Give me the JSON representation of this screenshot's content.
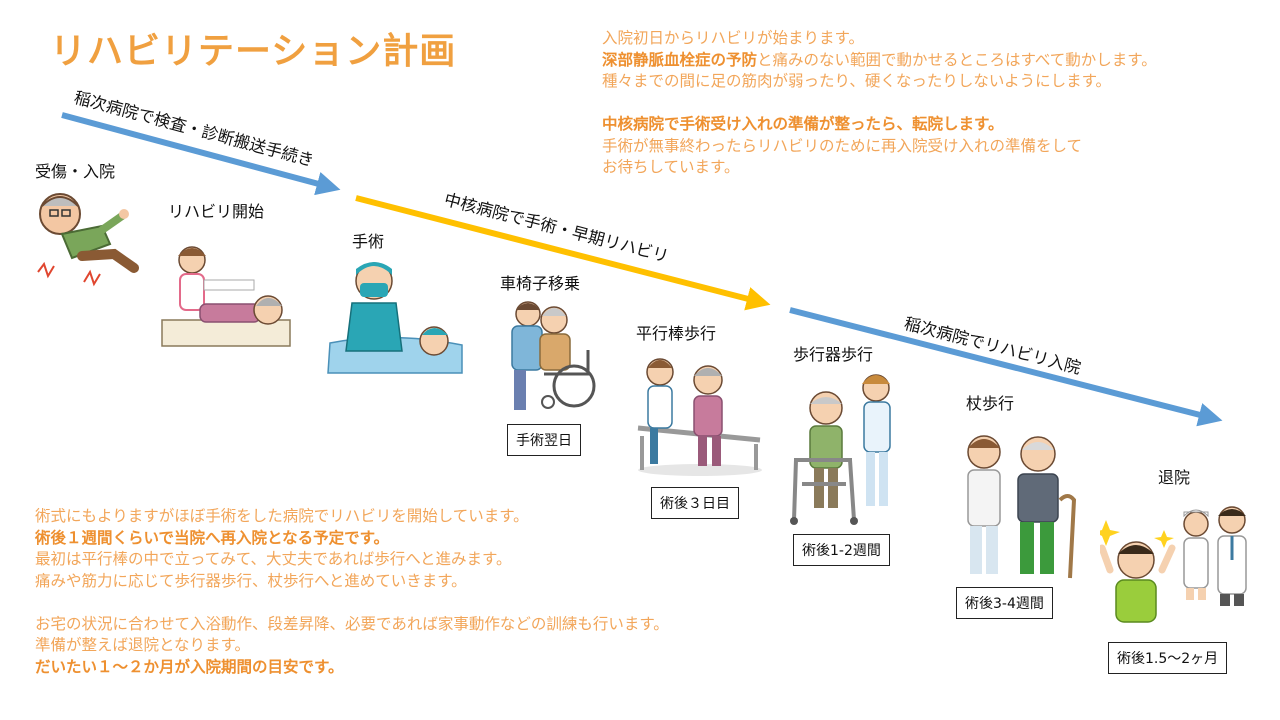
{
  "title": "リハビリテーション計画",
  "top_note": {
    "lines": [
      {
        "text": "入院初日からリハビリが始まります。",
        "bold": ""
      },
      {
        "bold": "深部静脈血栓症の予防",
        "text": "と痛みのない範囲で動かせるところはすべて動かします。"
      },
      {
        "text": "種々までの間に足の筋肉が弱ったり、硬くなったりしないようにします。",
        "bold": ""
      },
      {
        "text": "",
        "bold": ""
      },
      {
        "bold": "中核病院で手術受け入れの準備が整ったら、転院します。",
        "text": ""
      },
      {
        "text": "手術が無事終わったらリハビリのために再入院受け入れの準備をして",
        "bold": ""
      },
      {
        "text": "お待ちしています。",
        "bold": ""
      }
    ]
  },
  "bottom_note": {
    "lines": [
      {
        "text": "術式にもよりますがほぼ手術をした病院でリハビリを開始しています。",
        "bold": ""
      },
      {
        "bold": "術後１週間くらいで当院へ再入院となる予定です。",
        "text": ""
      },
      {
        "text": "最初は平行棒の中で立ってみて、大丈夫であれば歩行へと進みます。",
        "bold": ""
      },
      {
        "text": "痛みや筋力に応じて歩行器歩行、杖歩行へと進めていきます。",
        "bold": ""
      },
      {
        "text": "",
        "bold": ""
      },
      {
        "text": "お宅の状況に合わせて入浴動作、段差昇降、必要であれば家事動作などの訓練も行います。",
        "bold": ""
      },
      {
        "text": "準備が整えば退院となります。",
        "bold": ""
      },
      {
        "bold": "だいたい１～２か月が入院期間の目安です。",
        "text": ""
      }
    ]
  },
  "phases": [
    {
      "label": "稲次病院で検査・診断搬送手続き",
      "color": "#5b9bd5"
    },
    {
      "label": "中核病院で手術・早期リハビリ",
      "color": "#ffc000"
    },
    {
      "label": "稲次病院でリハビリ入院",
      "color": "#5b9bd5"
    }
  ],
  "stages": [
    {
      "label": "受傷・入院",
      "icon": "injured-man-icon"
    },
    {
      "label": "リハビリ開始",
      "icon": "bedside-rehab-icon"
    },
    {
      "label": "手術",
      "icon": "surgeon-icon"
    },
    {
      "label": "車椅子移乗",
      "icon": "wheelchair-transfer-icon"
    },
    {
      "label": "平行棒歩行",
      "icon": "parallel-bars-icon"
    },
    {
      "label": "歩行器歩行",
      "icon": "walker-icon"
    },
    {
      "label": "杖歩行",
      "icon": "cane-walking-icon"
    },
    {
      "label": "退院",
      "icon": "discharge-celebration-icon"
    }
  ],
  "badges": {
    "wheelchair": "手術翌日",
    "parallel": "術後３日目",
    "walker": "術後1-2週間",
    "cane": "術後3-4週間",
    "discharge": "術後1.5～2ヶ月"
  }
}
